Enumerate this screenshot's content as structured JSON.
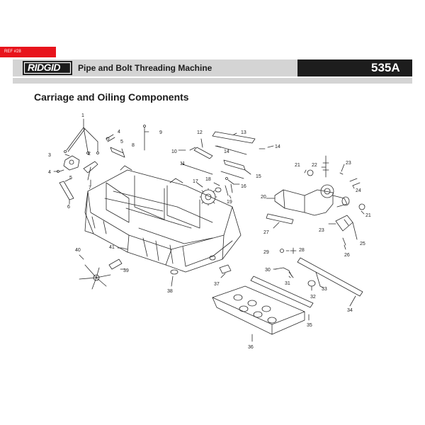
{
  "header": {
    "ref_tag": "REF #28",
    "brand": "RIDGID",
    "machine_title": "Pipe and Bolt Threading Machine",
    "model_number": "535A"
  },
  "section_title": "Carriage and Oiling Components",
  "callouts": [
    "1",
    "2",
    "3",
    "4",
    "5",
    "6",
    "7",
    "8",
    "9",
    "10",
    "11",
    "12",
    "13",
    "14",
    "15",
    "16",
    "17",
    "18",
    "19",
    "20",
    "21",
    "22",
    "23",
    "24",
    "25",
    "26",
    "27",
    "28",
    "29",
    "30",
    "31",
    "32",
    "33",
    "34",
    "35",
    "36",
    "37",
    "38",
    "39",
    "40",
    "41"
  ],
  "colors": {
    "accent": "#e8141c",
    "header_bar": "#d4d4d4",
    "model_block": "#1d1d1d"
  },
  "icons": {
    "logo": "ridgid-logo"
  }
}
